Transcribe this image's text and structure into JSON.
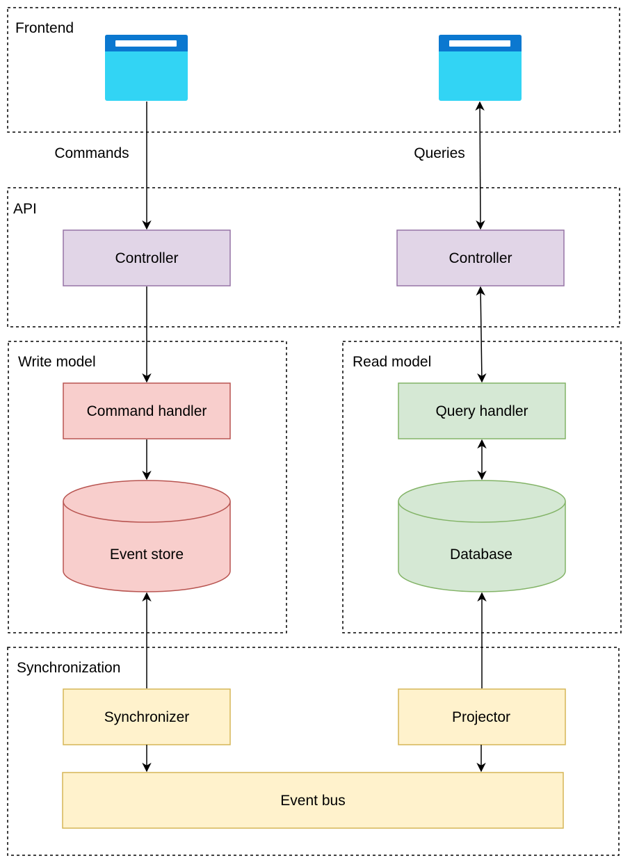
{
  "groups": {
    "frontend": "Frontend",
    "api": "API",
    "write_model": "Write model",
    "read_model": "Read model",
    "synchronization": "Synchronization"
  },
  "edge_labels": {
    "commands": "Commands",
    "queries": "Queries"
  },
  "nodes": {
    "controller_left": "Controller",
    "controller_right": "Controller",
    "command_handler": "Command handler",
    "query_handler": "Query handler",
    "event_store": "Event store",
    "database": "Database",
    "synchronizer": "Synchronizer",
    "projector": "Projector",
    "event_bus": "Event bus"
  },
  "icons": {
    "frontend_left": "browser-window-icon",
    "frontend_right": "browser-window-icon"
  },
  "colors": {
    "api_fill": "#e1d5e7",
    "api_stroke": "#9673a6",
    "write_fill": "#f8cecc",
    "write_stroke": "#b85450",
    "read_fill": "#d5e8d4",
    "read_stroke": "#82b366",
    "sync_fill": "#fff2cc",
    "sync_stroke": "#d6b656",
    "browser_top": "#0b78d0",
    "browser_body": "#32d4f4"
  }
}
